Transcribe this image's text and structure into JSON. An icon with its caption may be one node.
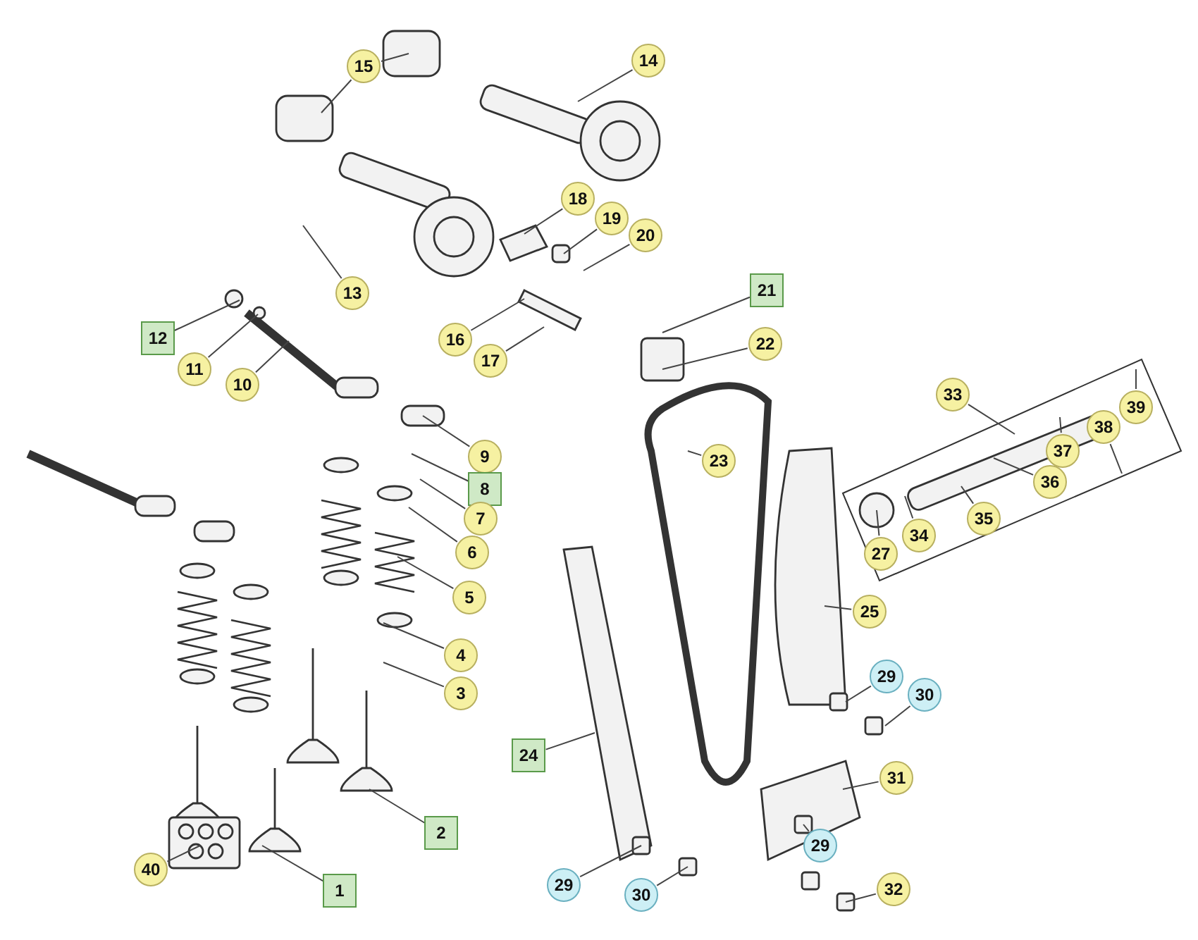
{
  "diagram": {
    "nodes": [
      {
        "text": [
          "15"
        ]
      },
      {
        "text": [
          "14"
        ]
      },
      {
        "text": [
          "18"
        ]
      },
      {
        "text": [
          "19"
        ]
      },
      {
        "text": [
          "20"
        ]
      },
      {
        "text": [
          "13"
        ]
      },
      {
        "text": [
          "21"
        ]
      },
      {
        "text": [
          "12"
        ]
      },
      {
        "text": [
          "11"
        ]
      },
      {
        "text": [
          "22"
        ]
      },
      {
        "text": [
          "10"
        ]
      },
      {
        "text": [
          "16"
        ]
      },
      {
        "text": [
          "17"
        ]
      },
      {
        "text": [
          "23"
        ]
      },
      {
        "text": [
          "33"
        ]
      },
      {
        "text": [
          "38"
        ]
      },
      {
        "text": [
          "39"
        ]
      },
      {
        "text": [
          "9"
        ]
      },
      {
        "text": [
          "8"
        ]
      },
      {
        "text": [
          "37"
        ]
      },
      {
        "text": [
          "36"
        ]
      },
      {
        "text": [
          "7"
        ]
      },
      {
        "text": [
          "6"
        ]
      },
      {
        "text": [
          "5"
        ]
      },
      {
        "text": [
          "27"
        ]
      },
      {
        "text": [
          "34"
        ]
      },
      {
        "text": [
          "35"
        ]
      },
      {
        "text": [
          "25"
        ]
      },
      {
        "text": [
          "4"
        ]
      },
      {
        "text": [
          "3"
        ]
      },
      {
        "text": [
          "29"
        ]
      },
      {
        "text": [
          "30"
        ]
      },
      {
        "text": [
          "24"
        ]
      },
      {
        "text": [
          "31"
        ]
      },
      {
        "text": [
          "2"
        ]
      },
      {
        "text": [
          "29"
        ]
      },
      {
        "text": [
          "30"
        ]
      },
      {
        "text": [
          "40"
        ]
      },
      {
        "text": [
          "1"
        ]
      },
      {
        "text": [
          "32"
        ]
      },
      {
        "text": [
          "29"
        ]
      }
    ],
    "edges": [
      {
        "from": 0,
        "to": null,
        "arrow": "none"
      },
      {
        "from": 0,
        "to": null,
        "arrow": "none"
      },
      {
        "from": 1,
        "to": null,
        "arrow": "none"
      },
      {
        "from": 2,
        "to": null,
        "arrow": "none"
      },
      {
        "from": 3,
        "to": null,
        "arrow": "none"
      },
      {
        "from": 4,
        "to": null,
        "arrow": "none"
      },
      {
        "from": 5,
        "to": null,
        "arrow": "none"
      },
      {
        "from": 6,
        "to": null,
        "arrow": "none"
      },
      {
        "from": 7,
        "to": null,
        "arrow": "none"
      },
      {
        "from": 8,
        "to": null,
        "arrow": "none"
      },
      {
        "from": 9,
        "to": null,
        "arrow": "none"
      },
      {
        "from": 10,
        "to": null,
        "arrow": "none"
      },
      {
        "from": 11,
        "to": null,
        "arrow": "none"
      },
      {
        "from": 12,
        "to": null,
        "arrow": "none"
      },
      {
        "from": 13,
        "to": null,
        "arrow": "none"
      },
      {
        "from": 14,
        "to": null,
        "arrow": "none"
      },
      {
        "from": 15,
        "to": null,
        "arrow": "none"
      },
      {
        "from": 16,
        "to": null,
        "arrow": "none"
      },
      {
        "from": 17,
        "to": null,
        "arrow": "none"
      },
      {
        "from": 18,
        "to": null,
        "arrow": "none"
      },
      {
        "from": 19,
        "to": null,
        "arrow": "none"
      },
      {
        "from": 20,
        "to": null,
        "arrow": "none"
      },
      {
        "from": 21,
        "to": null,
        "arrow": "none"
      },
      {
        "from": 22,
        "to": null,
        "arrow": "none"
      },
      {
        "from": 23,
        "to": null,
        "arrow": "none"
      },
      {
        "from": 24,
        "to": null,
        "arrow": "none"
      },
      {
        "from": 25,
        "to": null,
        "arrow": "none"
      },
      {
        "from": 26,
        "to": null,
        "arrow": "none"
      },
      {
        "from": 27,
        "to": null,
        "arrow": "none"
      },
      {
        "from": 28,
        "to": null,
        "arrow": "none"
      },
      {
        "from": 29,
        "to": null,
        "arrow": "none"
      },
      {
        "from": 30,
        "to": null,
        "arrow": "none"
      },
      {
        "from": 31,
        "to": null,
        "arrow": "none"
      },
      {
        "from": 32,
        "to": null,
        "arrow": "none"
      },
      {
        "from": 33,
        "to": null,
        "arrow": "none"
      },
      {
        "from": 34,
        "to": null,
        "arrow": "none"
      },
      {
        "from": 35,
        "to": null,
        "arrow": "none"
      },
      {
        "from": 36,
        "to": null,
        "arrow": "none"
      },
      {
        "from": 37,
        "to": null,
        "arrow": "none"
      },
      {
        "from": 38,
        "to": null,
        "arrow": "none"
      },
      {
        "from": 39,
        "to": null,
        "arrow": "none"
      },
      {
        "from": 40,
        "to": null,
        "arrow": "none"
      }
    ]
  }
}
